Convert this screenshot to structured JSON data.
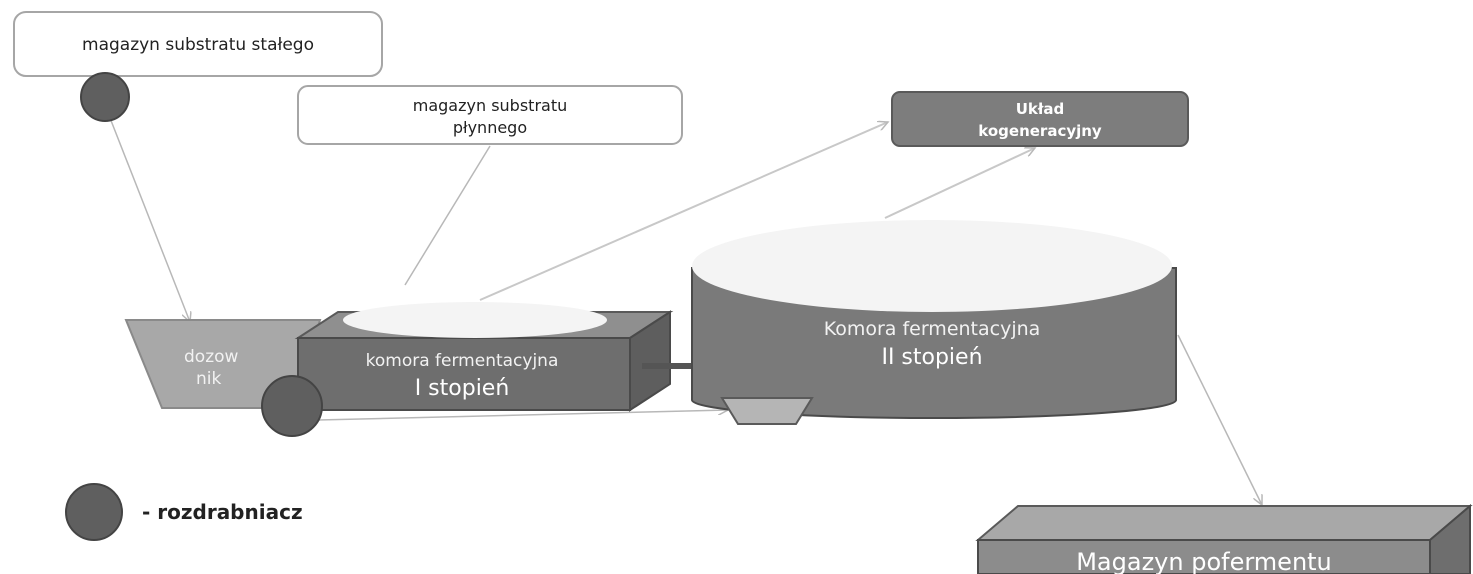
{
  "labels": {
    "solid_store": "magazyn substratu stałego",
    "liquid_store_line1": "magazyn substratu",
    "liquid_store_line2": "płynnego",
    "chp_line1": "Układ",
    "chp_line2": "kogeneracyjny",
    "doser_line1": "dozow",
    "doser_line2": "nik",
    "chamber1_line1": "komora fermentacyjna",
    "chamber1_line2": "I  stopień",
    "chamber2_line1": "Komora fermentacyjna",
    "chamber2_line2": "II stopień",
    "digestate_store": "Magazyn pofermentu",
    "legend_text": "- rozdrabniacz"
  },
  "colors": {
    "box_border": "#a6a6a6",
    "dark_gray": "#6e6e6e",
    "mid_gray": "#8c8c8c",
    "light_gray": "#b5b5b5",
    "shredder": "#5f5f5f",
    "arrow": "#b8b8b8",
    "dark_arrow": "#555555"
  }
}
